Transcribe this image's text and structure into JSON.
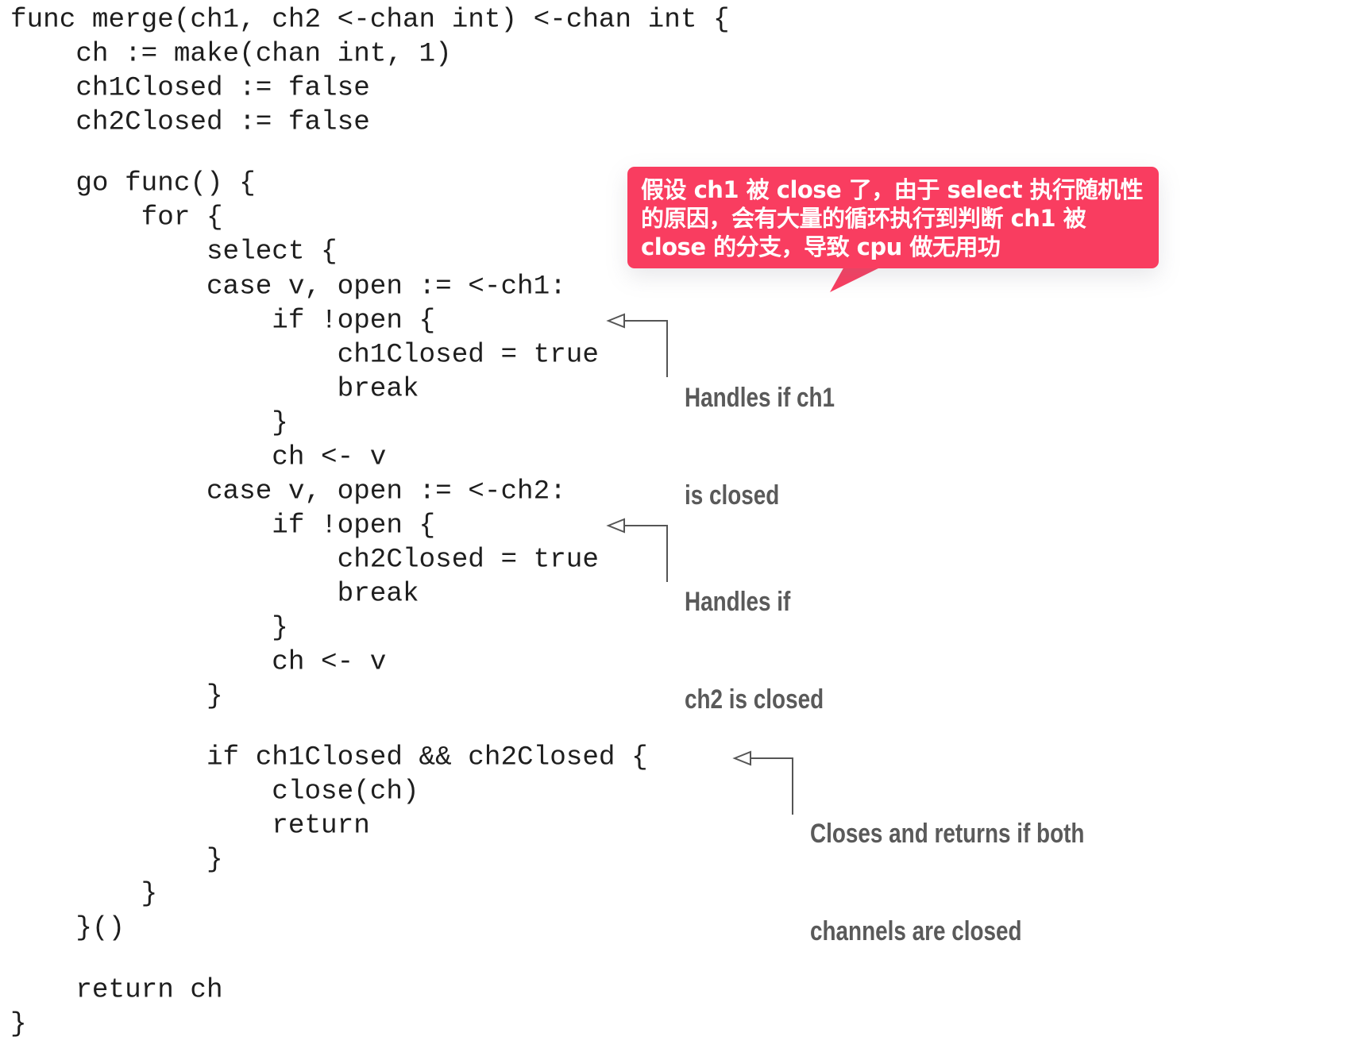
{
  "code": {
    "language": "go",
    "lines": [
      "func merge(ch1, ch2 <-chan int) <-chan int {",
      "    ch := make(chan int, 1)",
      "    ch1Closed := false",
      "    ch2Closed := false",
      "",
      "    go func() {",
      "        for {",
      "            select {",
      "            case v, open := <-ch1:",
      "                if !open {",
      "                    ch1Closed = true",
      "                    break",
      "                }",
      "                ch <- v",
      "            case v, open := <-ch2:",
      "                if !open {",
      "                    ch2Closed = true",
      "                    break",
      "                }",
      "                ch <- v",
      "            }",
      "",
      "            if ch1Closed && ch2Closed {",
      "                close(ch)",
      "                return",
      "            }",
      "        }",
      "    }()",
      "",
      "    return ch",
      "}"
    ]
  },
  "annotations": [
    {
      "id": "ch1-closed",
      "lines": [
        "Handles if ch1",
        "is closed"
      ]
    },
    {
      "id": "ch2-closed",
      "lines": [
        "Handles if",
        "ch2 is closed"
      ]
    },
    {
      "id": "both-closed",
      "lines": [
        "Closes and returns if both",
        "channels are closed"
      ]
    }
  ],
  "callout": {
    "lines": [
      "假设 ch1 被 close 了，由于 select 执行随机性",
      "的原因，会有大量的循环执行到判断 ch1 被",
      "close 的分支，导致 cpu 做无用功"
    ],
    "background_color": "#f93d60",
    "text_color": "#ffffff"
  },
  "colors": {
    "code_text": "#1e1e1e",
    "annotation_text": "#5a5a5a",
    "connector_line": "#555555"
  }
}
